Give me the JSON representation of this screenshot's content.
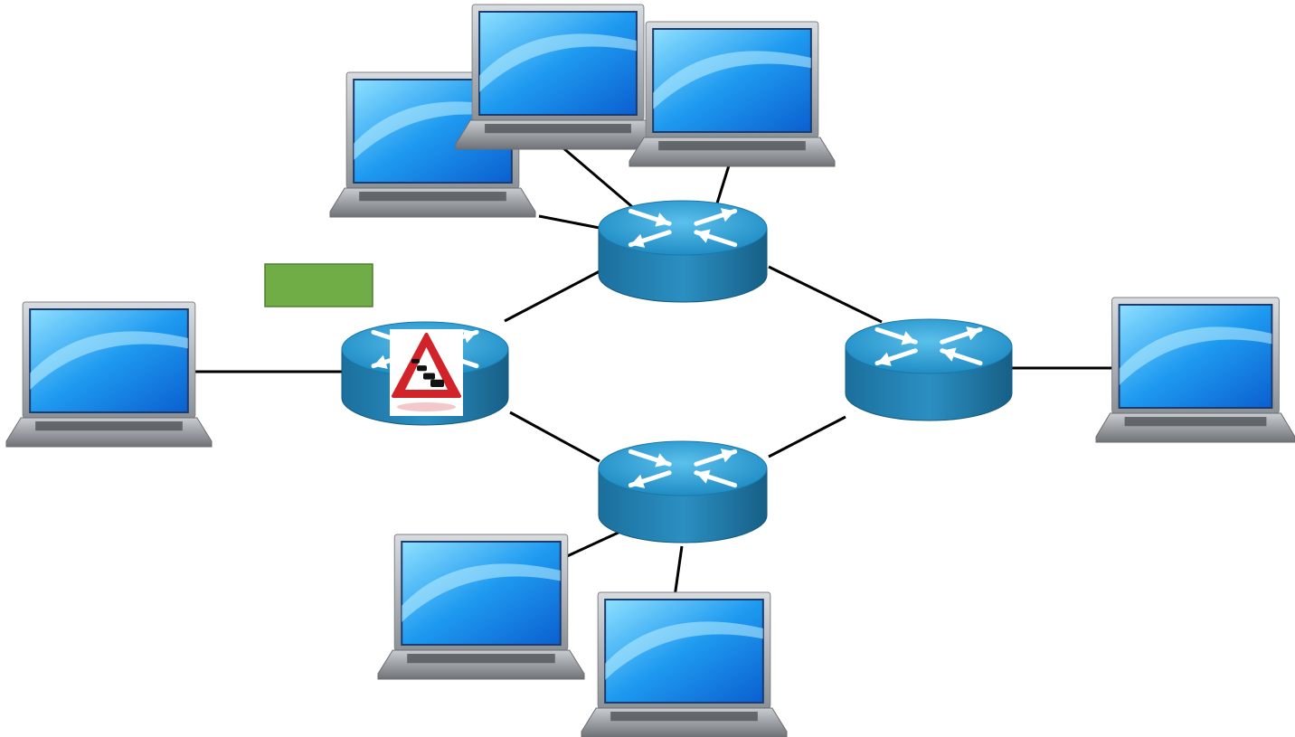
{
  "diagram": {
    "type": "network-topology",
    "background": "#ffffff",
    "colors": {
      "link": "#000000",
      "router_top": "#2a9ad0",
      "router_side": "#1b6f9c",
      "router_arrow": "#ffffff",
      "screen_light": "#8fe0ff",
      "screen_dark": "#0b5fd0",
      "laptop_frame": "#9ea3a8",
      "marker_fill": "#70ad47",
      "marker_border": "#507e32",
      "warning_red": "#d2232a"
    },
    "icons": {
      "router": "router-icon",
      "laptop": "laptop-icon",
      "congestion": "traffic-congestion-warning-icon"
    },
    "routers": [
      {
        "id": "router-top",
        "congestion": false
      },
      {
        "id": "router-left",
        "congestion": true
      },
      {
        "id": "router-right",
        "congestion": false
      },
      {
        "id": "router-bottom",
        "congestion": false
      }
    ],
    "laptops": [
      {
        "id": "laptop-top-left"
      },
      {
        "id": "laptop-top-center"
      },
      {
        "id": "laptop-top-right"
      },
      {
        "id": "laptop-left"
      },
      {
        "id": "laptop-right"
      },
      {
        "id": "laptop-bottom-left"
      },
      {
        "id": "laptop-bottom-right"
      }
    ],
    "links": [
      {
        "from": "laptop-top-left",
        "to": "router-top"
      },
      {
        "from": "laptop-top-center",
        "to": "router-top"
      },
      {
        "from": "laptop-top-right",
        "to": "router-top"
      },
      {
        "from": "router-top",
        "to": "router-left"
      },
      {
        "from": "router-top",
        "to": "router-right"
      },
      {
        "from": "router-left",
        "to": "router-bottom"
      },
      {
        "from": "router-right",
        "to": "router-bottom"
      },
      {
        "from": "laptop-left",
        "to": "router-left"
      },
      {
        "from": "router-right",
        "to": "laptop-right"
      },
      {
        "from": "router-bottom",
        "to": "laptop-bottom-left"
      },
      {
        "from": "router-bottom",
        "to": "laptop-bottom-right"
      }
    ],
    "marker": {
      "shape": "rectangle",
      "label": ""
    }
  }
}
